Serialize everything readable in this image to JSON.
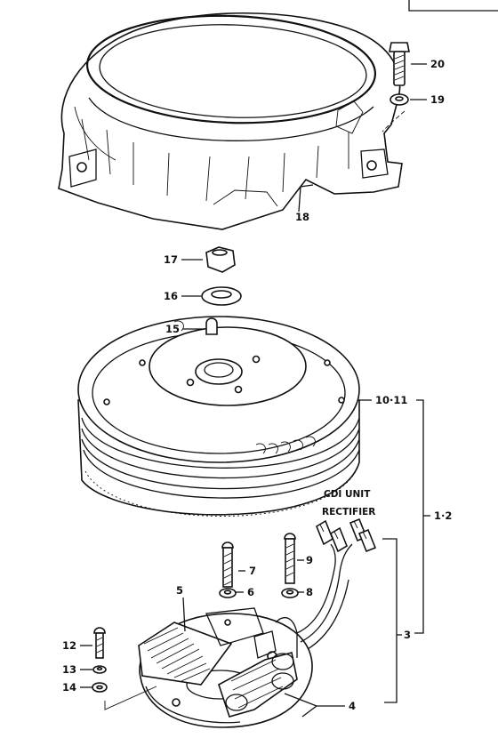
{
  "labels": {
    "p20": "20",
    "p19": "19",
    "p18": "18",
    "p17": "17",
    "p16": "16",
    "p15": "15",
    "p10_11": "10·11",
    "cdi_unit": "CDI UNIT",
    "rectifier": "RECTIFIER",
    "p1_2": "1·2",
    "p9": "9",
    "p7": "7",
    "p6": "6",
    "p8": "8",
    "p5": "5",
    "p12": "12",
    "p13": "13",
    "p14": "14",
    "p3": "3",
    "p4": "4"
  }
}
